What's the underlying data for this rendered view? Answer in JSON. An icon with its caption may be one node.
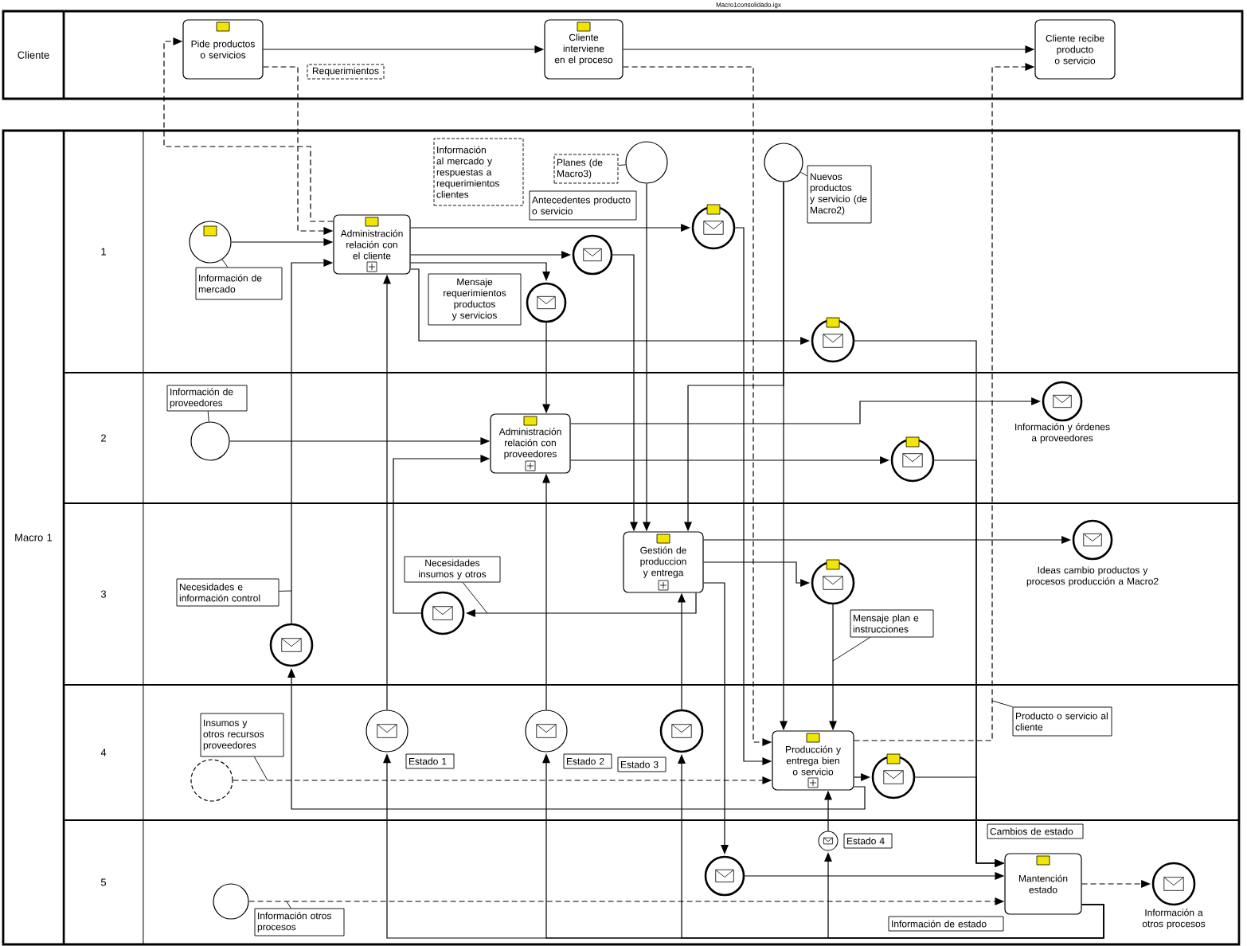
{
  "diagram": {
    "nodes": [
      {
        "text": [
          "Cliente"
        ]
      },
      {
        "text": [
          "Pide productos o servicios"
        ],
        "in": 0
      },
      {
        "text": [
          "Requerimientos"
        ],
        "in": 0
      },
      {
        "text": [
          "Cliente interviene en el proceso"
        ],
        "in": 0
      },
      {
        "text": [
          "Cliente recibe producto o servicio"
        ],
        "in": 0
      },
      {
        "text": [
          "Macro 1"
        ]
      },
      {
        "text": [
          "1"
        ],
        "in": 5
      },
      {
        "text": [
          "Información al mercado y respuestas a requerimientos clientes"
        ],
        "in": 6
      },
      {
        "text": [
          "Planes (de Macro3)"
        ],
        "in": 6
      },
      {
        "text": [],
        "shape": "circle",
        "in": 6
      },
      {
        "text": [],
        "shape": "circle",
        "in": 6
      },
      {
        "text": [
          "Nuevos productos y servicio (de Macro2)"
        ],
        "in": 6
      },
      {
        "text": [
          "Antecedentes producto o servicio"
        ],
        "in": 6
      },
      {
        "text": [],
        "shape": "circle",
        "in": 6
      },
      {
        "text": [],
        "shape": "circle",
        "in": 6
      },
      {
        "text": [
          "Administración relación con el cliente"
        ],
        "in": 6
      },
      {
        "text": [
          "Mensaje requerimientos productos y servicios"
        ],
        "in": 6
      },
      {
        "text": [],
        "shape": "circle",
        "in": 6
      },
      {
        "text": [
          "Información de mercado"
        ],
        "in": 6
      },
      {
        "text": [],
        "shape": "circle",
        "in": 6
      },
      {
        "text": [],
        "shape": "circle",
        "in": 6
      },
      {
        "text": [
          "2"
        ],
        "in": 5
      },
      {
        "text": [
          "Información de proveedores"
        ],
        "in": 21
      },
      {
        "text": [],
        "shape": "circle",
        "beside": [
          "Información y órdenes a proveedores"
        ],
        "in": 21
      },
      {
        "text": [
          "Administración relación con proveedores"
        ],
        "in": 21
      },
      {
        "text": [],
        "shape": "circle",
        "in": 21
      },
      {
        "text": [],
        "shape": "circle",
        "in": 21
      },
      {
        "text": [
          "3"
        ],
        "in": 5
      },
      {
        "text": [
          "Gestión de produccion y entrega"
        ],
        "in": 27
      },
      {
        "text": [],
        "shape": "circle",
        "beside": [
          "Ideas cambio productos y procesos producción a Macro2"
        ],
        "in": 27
      },
      {
        "text": [
          "Necesidades insumos y otros"
        ],
        "in": 27
      },
      {
        "text": [],
        "shape": "circle",
        "in": 27
      },
      {
        "text": [
          "Necesidades e información control"
        ],
        "in": 27
      },
      {
        "text": [],
        "shape": "circle",
        "in": 27
      },
      {
        "text": [
          "Mensaje plan e instrucciones"
        ],
        "in": 27
      },
      {
        "text": [],
        "shape": "circle",
        "in": 27
      },
      {
        "text": [
          "4"
        ],
        "in": 5
      },
      {
        "text": [
          "Producto o servicio al cliente"
        ],
        "in": 36
      },
      {
        "text": [
          "Insumos y otros recursos proveedores"
        ],
        "in": 36
      },
      {
        "text": [],
        "shape": "circle",
        "in": 36
      },
      {
        "text": [],
        "shape": "circle",
        "in": 36
      },
      {
        "text": [],
        "shape": "circle",
        "in": 36
      },
      {
        "text": [
          "Producción y entrega bien o servicio"
        ],
        "in": 36
      },
      {
        "text": [
          "Estado 1"
        ],
        "in": 36
      },
      {
        "text": [
          "Estado 2"
        ],
        "in": 36
      },
      {
        "text": [
          "Estado 3"
        ],
        "in": 36
      },
      {
        "text": [],
        "shape": "circle",
        "in": 36
      },
      {
        "text": [],
        "shape": "circle",
        "in": 36
      },
      {
        "text": [
          "5"
        ],
        "in": 5
      },
      {
        "text": [
          "Cambios de estado"
        ],
        "in": 48
      },
      {
        "text": [],
        "shape": "circle",
        "in": 48
      },
      {
        "text": [
          "Estado 4"
        ],
        "in": 48
      },
      {
        "text": [],
        "shape": "circle",
        "in": 48
      },
      {
        "text": [
          "Mantención estado"
        ],
        "in": 48
      },
      {
        "text": [],
        "shape": "circle",
        "beside": [
          "Información a otros procesos"
        ],
        "in": 48
      },
      {
        "text": [],
        "shape": "circle",
        "in": 48
      },
      {
        "text": [
          "Información otros procesos"
        ],
        "in": 48
      },
      {
        "text": [
          "Información de estado"
        ],
        "in": 48
      }
    ],
    "edges": [
      {
        "from": 1,
        "to": 3,
        "arrow": "to"
      },
      {
        "from": 3,
        "to": 4,
        "arrow": "to"
      },
      {
        "from": 1,
        "to": 15,
        "arrow": "to",
        "style": "dashed"
      },
      {
        "from": 15,
        "to": 1,
        "arrow": "to",
        "style": "dashed"
      },
      {
        "from": 3,
        "to": 42,
        "arrow": "to",
        "style": "dashed"
      },
      {
        "from": 42,
        "to": 4,
        "arrow": "to",
        "style": "dashed"
      },
      {
        "from": 18,
        "to": 14,
        "arrow": "none"
      },
      {
        "from": 8,
        "to": 9,
        "arrow": "none"
      },
      {
        "from": 11,
        "to": 10,
        "arrow": "none"
      },
      {
        "from": 22,
        "to": 25,
        "arrow": "none"
      },
      {
        "from": 30,
        "to": null,
        "arrow": "none"
      },
      {
        "from": 32,
        "to": null,
        "arrow": "none"
      },
      {
        "from": 34,
        "to": null,
        "arrow": "none"
      },
      {
        "from": 37,
        "to": null,
        "arrow": "none"
      },
      {
        "from": 38,
        "to": null,
        "arrow": "none"
      },
      {
        "from": 56,
        "to": null,
        "arrow": "none"
      },
      {
        "from": 14,
        "to": 15,
        "arrow": "to"
      },
      {
        "from": 15,
        "to": 17,
        "arrow": "to"
      },
      {
        "from": 15,
        "to": 19,
        "arrow": "to"
      },
      {
        "from": 15,
        "to": 13,
        "arrow": "to"
      },
      {
        "from": 15,
        "to": 20,
        "arrow": "to"
      },
      {
        "from": 17,
        "to": 28,
        "arrow": "to"
      },
      {
        "from": 19,
        "to": 24,
        "arrow": "to"
      },
      {
        "from": 9,
        "to": 28,
        "arrow": "to"
      },
      {
        "from": 10,
        "to": 28,
        "arrow": "to"
      },
      {
        "from": 10,
        "to": 42,
        "arrow": "to"
      },
      {
        "from": 25,
        "to": 24,
        "arrow": "to"
      },
      {
        "from": 24,
        "to": 23,
        "arrow": "to"
      },
      {
        "from": 24,
        "to": 26,
        "arrow": "to"
      },
      {
        "from": 28,
        "to": 29,
        "arrow": "to"
      },
      {
        "from": 28,
        "to": 31,
        "arrow": "to"
      },
      {
        "from": 28,
        "to": 52,
        "arrow": "to"
      },
      {
        "from": 28,
        "to": 33,
        "arrow": "to"
      },
      {
        "from": 33,
        "to": 24,
        "arrow": "to"
      },
      {
        "from": 35,
        "to": 15,
        "arrow": "to"
      },
      {
        "from": 31,
        "to": 42,
        "arrow": "to"
      },
      {
        "from": 13,
        "to": 42,
        "arrow": "to"
      },
      {
        "from": 47,
        "to": 42,
        "arrow": "to",
        "style": "dashed"
      },
      {
        "from": 42,
        "to": 46,
        "arrow": "to"
      },
      {
        "from": 42,
        "to": 35,
        "arrow": "to"
      },
      {
        "from": 39,
        "to": 15,
        "arrow": "to"
      },
      {
        "from": 40,
        "to": 24,
        "arrow": "to"
      },
      {
        "from": 41,
        "to": 28,
        "arrow": "to"
      },
      {
        "from": 53,
        "to": 39,
        "arrow": "to"
      },
      {
        "from": 53,
        "to": 40,
        "arrow": "to"
      },
      {
        "from": 53,
        "to": 41,
        "arrow": "to"
      },
      {
        "from": 53,
        "to": 50,
        "arrow": "to"
      },
      {
        "from": 50,
        "to": 42,
        "arrow": "to"
      },
      {
        "from": 20,
        "to": 53,
        "arrow": "to"
      },
      {
        "from": 26,
        "to": 53,
        "arrow": "to"
      },
      {
        "from": 46,
        "to": 53,
        "arrow": "to"
      },
      {
        "from": 52,
        "to": 53,
        "arrow": "to"
      },
      {
        "from": 55,
        "to": 53,
        "arrow": "to",
        "style": "dashed"
      },
      {
        "from": 53,
        "to": 54,
        "arrow": "to",
        "style": "dashed"
      }
    ],
    "labels": [
      "Macro1consolidado.igx"
    ]
  }
}
